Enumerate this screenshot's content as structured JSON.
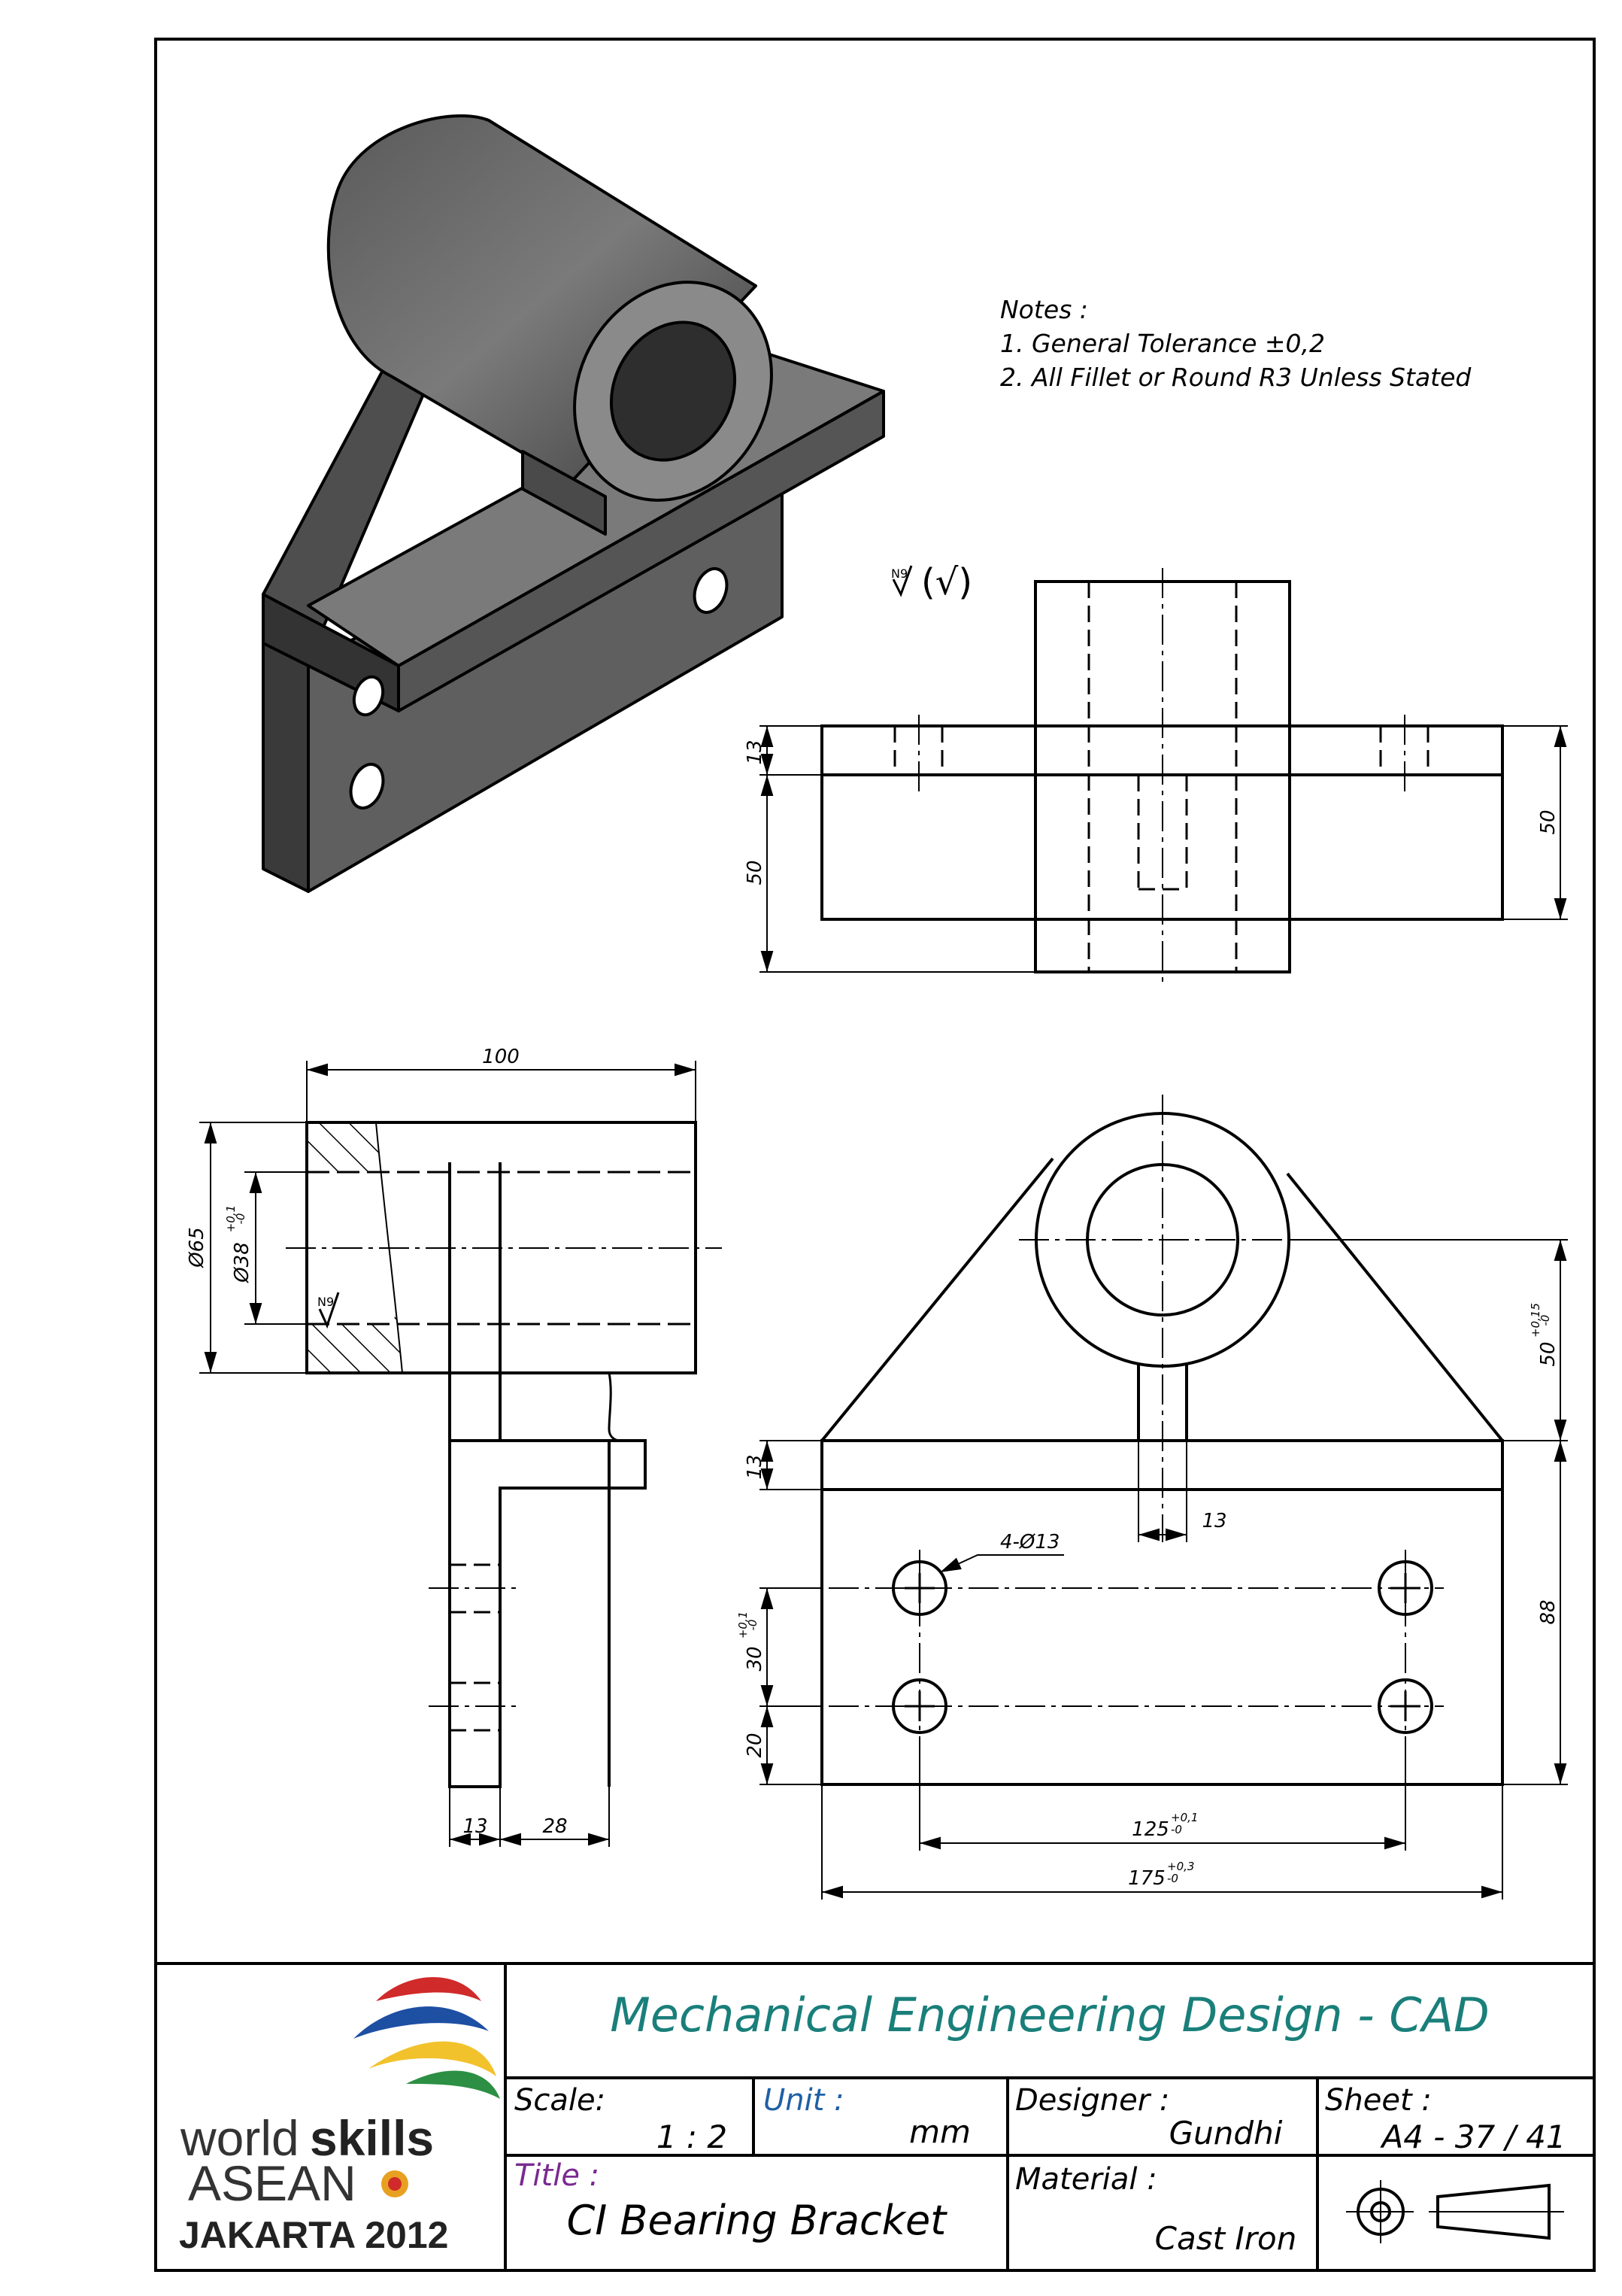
{
  "notes": {
    "heading": "Notes :",
    "items": [
      "1. General Tolerance ±0,2",
      "2. All Fillet or Round R3 Unless Stated"
    ]
  },
  "surface_symbol": {
    "prefix": "N9",
    "bracket": "(√)"
  },
  "dimensions": {
    "front_13": "13",
    "front_50_left": "50",
    "front_50_right": "50",
    "side_100": "100",
    "side_dia65": "Ø65",
    "side_dia38": "Ø38",
    "side_dia38_tol_up": "+0,1",
    "side_dia38_tol_low": "-0",
    "side_n9": "N9",
    "side_13": "13",
    "side_28": "28",
    "top_50": "50",
    "top_50_tol_up": "+0,15",
    "top_50_tol_low": "-0",
    "top_13_left": "13",
    "top_13_slot": "13",
    "top_holes": "4-Ø13",
    "top_30": "30",
    "top_30_tol_up": "+0,1",
    "top_30_tol_low": "-0",
    "top_20": "20",
    "top_88": "88",
    "top_125": "125",
    "top_125_tol_up": "+0,1",
    "top_125_tol_low": "-0",
    "top_175": "175",
    "top_175_tol_up": "+0,3",
    "top_175_tol_low": "-0"
  },
  "title_block": {
    "header": "Mechanical Engineering Design - CAD",
    "scale_label": "Scale:",
    "scale_value": "1 : 2",
    "unit_label": "Unit :",
    "unit_value": "mm",
    "designer_label": "Designer :",
    "designer_value": "Gundhi",
    "sheet_label": "Sheet :",
    "sheet_value": "A4 - 37 / 41",
    "title_label": "Title :",
    "title_value": "CI Bearing Bracket",
    "material_label": "Material :",
    "material_value": "Cast Iron"
  },
  "logo": {
    "word1": "world",
    "word2": "skills",
    "word3": "ASEAN",
    "word4": "JAKARTA 2012"
  },
  "colors": {
    "title_teal": "#1a7f7a",
    "title_label_purple": "#7a2a90",
    "unit_label_blue": "#1f5fa6"
  }
}
